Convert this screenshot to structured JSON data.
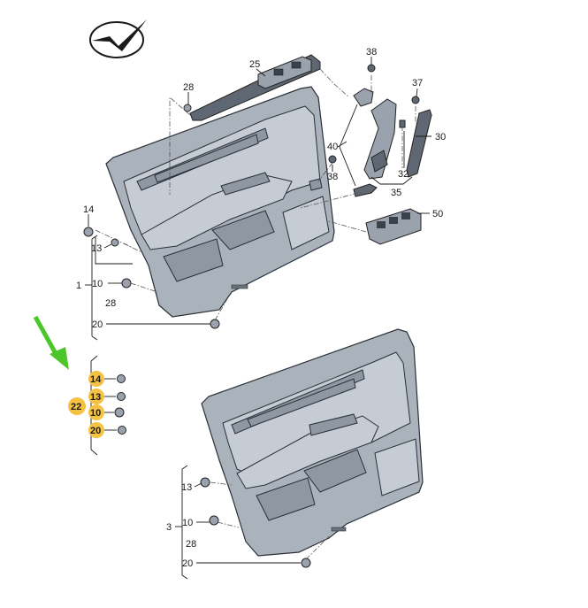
{
  "callouts": {
    "c38a": "38",
    "c37": "37",
    "c25": "25",
    "c28a": "28",
    "c40": "40",
    "c38b": "38",
    "c32": "32",
    "c35": "35",
    "c30": "30",
    "c50": "50",
    "c14a": "14",
    "c13a": "13",
    "c1": "1",
    "c10a": "10",
    "c28b": "28",
    "c20a": "20",
    "c13b": "13",
    "c3": "3",
    "c10b": "10",
    "c28c": "28",
    "c20b": "20"
  },
  "kit": {
    "c22": "22",
    "c14": "14",
    "c13": "13",
    "c10": "10",
    "c20": "20"
  },
  "colors": {
    "highlight": "#f5c244",
    "arrow": "#4cc72a",
    "panel": "#aab2bc",
    "outline": "#2a2f36"
  },
  "icons": {
    "logo": "check-mark-emblem",
    "pointer": "green-arrow-pointer"
  }
}
